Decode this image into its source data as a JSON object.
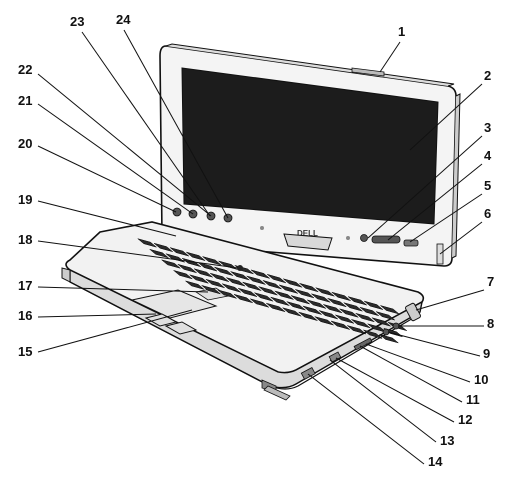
{
  "diagram": {
    "brand_logo": "DELL",
    "callouts": [
      {
        "id": 1,
        "label": "1"
      },
      {
        "id": 2,
        "label": "2"
      },
      {
        "id": 3,
        "label": "3"
      },
      {
        "id": 4,
        "label": "4"
      },
      {
        "id": 5,
        "label": "5"
      },
      {
        "id": 6,
        "label": "6"
      },
      {
        "id": 7,
        "label": "7"
      },
      {
        "id": 8,
        "label": "8"
      },
      {
        "id": 9,
        "label": "9"
      },
      {
        "id": 10,
        "label": "10"
      },
      {
        "id": 11,
        "label": "11"
      },
      {
        "id": 12,
        "label": "12"
      },
      {
        "id": 13,
        "label": "13"
      },
      {
        "id": 14,
        "label": "14"
      },
      {
        "id": 15,
        "label": "15"
      },
      {
        "id": 16,
        "label": "16"
      },
      {
        "id": 17,
        "label": "17"
      },
      {
        "id": 18,
        "label": "18"
      },
      {
        "id": 19,
        "label": "19"
      },
      {
        "id": 20,
        "label": "20"
      },
      {
        "id": 21,
        "label": "21"
      },
      {
        "id": 22,
        "label": "22"
      },
      {
        "id": 23,
        "label": "23"
      },
      {
        "id": 24,
        "label": "24"
      }
    ]
  }
}
